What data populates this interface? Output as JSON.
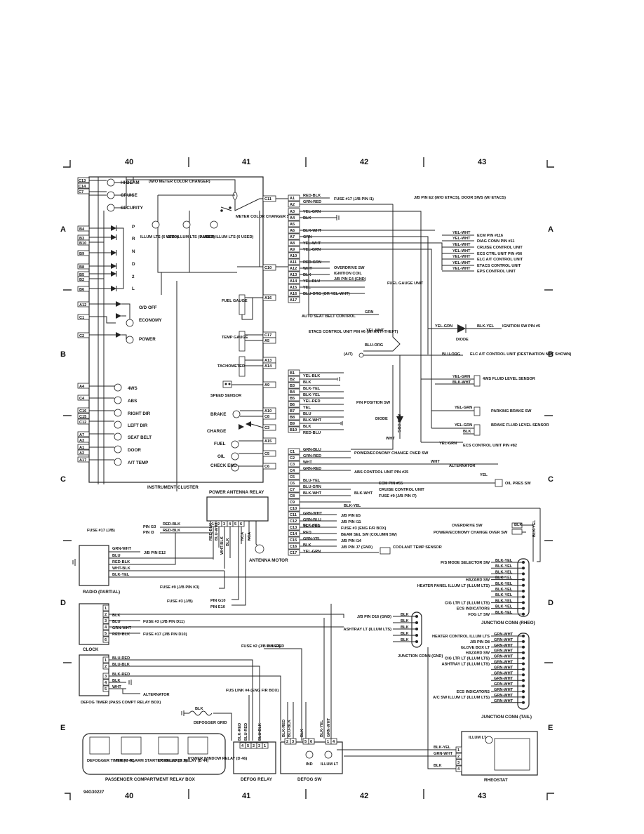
{
  "page": {
    "grid_top": [
      "40",
      "41",
      "42",
      "43"
    ],
    "grid_bottom": [
      "40",
      "41",
      "42",
      "43"
    ],
    "rows": [
      "A",
      "B",
      "C",
      "D",
      "E"
    ],
    "figure_id": "94G30227"
  },
  "cluster": {
    "title": "INSTRUMENT CLUSTER",
    "pins_top": [
      "C13",
      "C14",
      "C7"
    ],
    "left_pins": [
      {
        "pin": "B4",
        "label": "P"
      },
      {
        "pin": "B3",
        "label": "R"
      },
      {
        "pin": "B10",
        "label": ""
      },
      {
        "pin": "B9",
        "label": "N"
      },
      {
        "pin": "B8",
        "label": "D"
      },
      {
        "pin": "B5",
        "label": "2"
      },
      {
        "pin": "B2",
        "label": ""
      },
      {
        "pin": "B6",
        "label": "L"
      }
    ],
    "hi_beam": "HI BEAM",
    "cruise": "CRUISE",
    "security": "SECURITY",
    "illum": "ILLUM LTS (6 USED)",
    "grn_illum": "GRN ILLUM LTS (5 USED)",
    "amber_illum": "AMBER ILLUM LTS (6 USED)",
    "meter_note": "(W/O METER COLOR CHANGER)",
    "changer_sw": "METER COLOR CHANGER SW",
    "c11": "C11",
    "c10": "C10",
    "od_off": {
      "pin": "A12",
      "label": "O/D OFF"
    },
    "economy": {
      "pin": "C1",
      "label": "ECONOMY"
    },
    "power": {
      "pin": "C2",
      "label": "POWER"
    },
    "fuel_gauge": {
      "label": "FUEL GAUGE",
      "pin": "A16"
    },
    "temp_gauge": {
      "label": "TEMP GAUGE",
      "pins": [
        "C17",
        "A5"
      ]
    },
    "tach": {
      "label": "TACHOMETER",
      "pins": [
        "A13",
        "A14"
      ]
    },
    "speed_sensor": {
      "label": "SPEED SENSOR",
      "pin": "A9"
    },
    "lower_left": [
      {
        "pin": "A4",
        "label": "4WS"
      },
      {
        "pin": "C4",
        "label": "ABS"
      },
      {
        "pin": "C16",
        "label": "RIGHT DIR"
      },
      {
        "pin": "C15",
        "label": ""
      },
      {
        "pin": "C12",
        "label": "LEFT DIR"
      },
      {
        "pin": "A7",
        "label": "SEAT BELT"
      },
      {
        "pin": "A3",
        "label": ""
      },
      {
        "pin": "A1",
        "label": "DOOR"
      },
      {
        "pin": "A2",
        "label": ""
      },
      {
        "pin": "A17",
        "label": "A/T TEMP"
      }
    ],
    "right_lower": [
      {
        "label": "BRAKE",
        "pins": [
          "A10",
          "C8"
        ]
      },
      {
        "label": "CHARGE",
        "pins": [
          "C3"
        ]
      },
      {
        "label": "FUEL",
        "pins": [
          "A15"
        ]
      },
      {
        "label": "OIL",
        "pins": [
          "C5"
        ]
      },
      {
        "label": "CHECK ENG",
        "pins": [
          "C6"
        ]
      }
    ]
  },
  "connector_a": {
    "pins": [
      {
        "pin": "A1",
        "wire": "RED-BLK",
        "dest": "FUSE #17 (J/B PIN I1)"
      },
      {
        "pin": "A2",
        "wire": "GRN-RED",
        "dest": "J/B PIN E2 (W/O ETACS), DOOR SWS (W/ ETACS)"
      },
      {
        "pin": "A3",
        "wire": "YEL-GRN",
        "dest": ""
      },
      {
        "pin": "A4",
        "wire": "BLK",
        "dest": ""
      },
      {
        "pin": "A5",
        "wire": "",
        "dest": ""
      },
      {
        "pin": "A6",
        "wire": "BLK-WHT",
        "dest": ""
      },
      {
        "pin": "A7",
        "wire": "GRN",
        "dest": ""
      },
      {
        "pin": "A8",
        "wire": "YEL-WHT",
        "dest": ""
      },
      {
        "pin": "A9",
        "wire": "YEL-GRN",
        "dest": ""
      },
      {
        "pin": "A10",
        "wire": "",
        "dest": ""
      },
      {
        "pin": "A11",
        "wire": "RED-GRN",
        "dest": "OVERDRIVE SW"
      },
      {
        "pin": "A12",
        "wire": "WHT",
        "dest": "IGNITION COIL"
      },
      {
        "pin": "A13",
        "wire": "BLK",
        "dest": "J/B PIN E4 (GND)"
      },
      {
        "pin": "A14",
        "wire": "YEL-BLU",
        "dest": ""
      },
      {
        "pin": "A15",
        "wire": "YEL",
        "dest": "FUEL GAUGE UNIT"
      },
      {
        "pin": "A16",
        "wire": "BLU-ORG (OR YEL-WHT)",
        "dest": ""
      },
      {
        "pin": "A17",
        "wire": "",
        "dest": ""
      }
    ],
    "seat_belt": "AUTO SEAT BELT CONTROL",
    "seat_wire": "GRN"
  },
  "yel_wht_dest": [
    {
      "wire": "YEL-WHT",
      "dest": "ECM PIN #116"
    },
    {
      "wire": "YEL-WHT",
      "dest": "DIAG CONN PIN #11"
    },
    {
      "wire": "YEL-WHT",
      "dest": "CRUISE CONTROL UNIT"
    },
    {
      "wire": "YEL-WHT",
      "dest": "ECS CTRL UNIT PIN #56"
    },
    {
      "wire": "YEL-WHT",
      "dest": "ELC A/T CONTROL UNIT"
    },
    {
      "wire": "YEL-WHT",
      "dest": "ETACS CONTROL UNIT"
    },
    {
      "wire": "YEL-WHT",
      "dest": "EPS CONTROL UNIT"
    }
  ],
  "ign": {
    "wire1": "YEL-GRN",
    "wire2": "BLK-YEL",
    "dest": "IGNITION SW PIN #5",
    "diode": "DIODE"
  },
  "etacs": {
    "label": "ETACS CONTROL UNIT PIN #6 (W/ ANTI-THEFT)",
    "wire": "YEL-WHT",
    "wire2": "BLU-ORG",
    "at": "(A/T)"
  },
  "elc": {
    "wire": "BLU-ORG",
    "label": "ELC A/T CONTROL UNIT (DESTINATION NOT SHOWN)"
  },
  "fluid_4ws": {
    "w1": "YEL-GRN",
    "w2": "BLK-WHT",
    "label": "4WS FLUID LEVEL SENSOR"
  },
  "parking": {
    "w": "YEL-GRN",
    "label": "PARKING BRAKE SW"
  },
  "brake_fluid": {
    "w1": "YEL-GRN",
    "w2": "BLK",
    "label": "BRAKE FLUID LEVEL SENSOR"
  },
  "ecs82": {
    "w": "YEL-GRN",
    "label": "ECS CONTROL UNIT PIN #82"
  },
  "connector_b": {
    "pins": [
      {
        "pin": "B1",
        "wire": "YEL-BLK"
      },
      {
        "pin": "B2",
        "wire": "BLK"
      },
      {
        "pin": "B3",
        "wire": "BLK-YEL"
      },
      {
        "pin": "B4",
        "wire": "BLK-YEL"
      },
      {
        "pin": "B5",
        "wire": "YEL-RED"
      },
      {
        "pin": "B6",
        "wire": "YEL"
      },
      {
        "pin": "B7",
        "wire": "BLU"
      },
      {
        "pin": "B8",
        "wire": "BLK-WHT"
      },
      {
        "pin": "B9",
        "wire": "BLK"
      },
      {
        "pin": "B10",
        "wire": "RED-BLU"
      }
    ],
    "pn": "P/N POSITION SW",
    "blu_org": "BLU-ORG",
    "diode": "DIODE",
    "wht": "WHT"
  },
  "connector_c": {
    "pins": [
      {
        "pin": "C1",
        "wire": "GRN-BLU",
        "dest": "POWER/ECONOMY CHANGE OVER SW"
      },
      {
        "pin": "C2",
        "wire": "GRN-RED",
        "dest": ""
      },
      {
        "pin": "C3",
        "wire": "WHT",
        "dest": "ALTERNATOR"
      },
      {
        "pin": "C4",
        "wire": "GRN-RED",
        "dest": "ABS CONTROL UNIT PIN #25"
      },
      {
        "pin": "C5",
        "wire": "BLU-YEL",
        "dest": ""
      },
      {
        "pin": "C6",
        "wire": "BLU-GRN",
        "dest": "ECM PIN #55"
      },
      {
        "pin": "C7",
        "wire": "BLK-WHT",
        "dest": "CRUISE CONTROL UNIT"
      },
      {
        "pin": "C8",
        "wire": "",
        "dest": "FUSE #9 (J/B PIN I7)"
      },
      {
        "pin": "C9",
        "wire": "",
        "dest": ""
      },
      {
        "pin": "C10",
        "wire": "BLK-YEL",
        "dest": ""
      },
      {
        "pin": "C11",
        "wire": "GRN-WHT",
        "dest": "J/B PIN E5"
      },
      {
        "pin": "C12",
        "wire": "GRN-BLU",
        "dest": "J/B PIN I11"
      },
      {
        "pin": "C13",
        "wire": "YEL-RED",
        "dest": "FUSE #3 (ENG F/R BOX)"
      },
      {
        "pin": "C14",
        "wire": "RED",
        "dest": "BEAM SEL SW (COLUMN SW)"
      },
      {
        "pin": "C15",
        "wire": "GRN-YEL",
        "dest": "J/B PIN I14"
      },
      {
        "pin": "C16",
        "wire": "BLK",
        "dest": "J/B PIN J7 (GND)"
      },
      {
        "pin": "C17",
        "wire": "YEL-GRN",
        "dest": ""
      }
    ],
    "wht_alt": "WHT",
    "yel": "YEL",
    "oil": "OIL PRES SW",
    "blk_wht": "BLK-WHT",
    "blk_yel": "BLK-YEL",
    "coolant": "COOLANT TEMP SENSOR",
    "od_sw": "OVERDRIVE SW",
    "pe_sw": "POWER/ECONOMY CHANGE OVER SW",
    "blk": "BLK",
    "blk_yel_v": "BLK-YEL"
  },
  "antenna": {
    "relay": "POWER ANTENNA RELAY",
    "motor": "ANTENNA MOTOR",
    "pins": [
      "1",
      "2",
      "3",
      "4",
      "5",
      "6"
    ],
    "fuse17": "FUSE #17 (J/B)",
    "pin_g3": "PIN G3",
    "pin_i3": "PIN I3",
    "w_red_blk": "RED-BLK",
    "w_red_blk2": "RED-BLK",
    "vwires": [
      "RED-BLK",
      "BLU-WHT",
      "WHT-BLK",
      "BLK",
      "NCA",
      "NCA"
    ]
  },
  "radio": {
    "label": "RADIO (PARTIAL)",
    "wires": [
      "GRN-WHT",
      "BLU",
      "RED-BLK",
      "WHT-BLK",
      "BLK-YEL"
    ],
    "je12": "J/B PIN E12",
    "fuse9": "FUSE #9 (J/B PIN K3)",
    "fuse3": "FUSE #3 (J/B)",
    "pin_g10": "PIN G10",
    "pin_e10": "PIN E10"
  },
  "clock": {
    "label": "CLOCK",
    "pins": [
      "1",
      "2",
      "3",
      "4",
      "5",
      "6"
    ],
    "wires": [
      "BLK",
      "BLU",
      "GRN-WHT",
      "RED-BLK"
    ],
    "fuse3": "FUSE #3 (J/B PIN D11)",
    "fuse17": "FUSE #17 (J/B PIN D10)"
  },
  "defog_timer": {
    "label": "DEFOG TIMER (PASS COMPT RELAY BOX)",
    "wires": [
      "BLU-RED",
      "BLU-BLK",
      "BLK-RED",
      "BLK",
      "WHT"
    ],
    "pins": [
      "1",
      "2",
      "3",
      "4",
      "5"
    ],
    "alt": "ALTERNATOR"
  },
  "defog": {
    "fuse2": "FUSE #2 (J/B PIN E3)",
    "fuse2_wire": "BLU-RED",
    "fus_link": "FUS LINK #4 (ENG F/R BOX)",
    "grid": "DEFOGGER GRID",
    "grid_wire": "BLK",
    "relay": "DEFOG RELAY",
    "relay_pins": [
      "4",
      "5",
      "2",
      "3",
      "1"
    ],
    "relay_wires": [
      "BLK-RED",
      "BLU-RED",
      "BLU-BLK"
    ],
    "sw": "DEFOG SW",
    "sw_pins": [
      "2",
      "3",
      "5",
      "6",
      "1",
      "4"
    ],
    "sw_wires": [
      "BLK-RED",
      "BLU-BLK",
      "BLK",
      "BLK-YEL",
      "GRN-WHT"
    ],
    "ind": "IND",
    "illum": "ILLUM LT"
  },
  "relay_box": {
    "label": "PASSENGER COMPARTMENT RELAY BOX",
    "items": [
      "DEFOGGER TIMER (E 46)",
      "THEFT-ALARM STARTER RELAY (D 2)",
      "DOOR LOCK RELAY (B 44)",
      "POWER WINDOW RELAY (D 46)"
    ]
  },
  "jc_rheo": {
    "label": "JUNCTION CONN (RHEO)",
    "rows": [
      {
        "dest": "P/S MODE SELECTOR SW",
        "wire": "BLK-YEL"
      },
      {
        "dest": "",
        "wire": "BLK-YEL"
      },
      {
        "dest": "",
        "wire": "BLK-YEL"
      },
      {
        "dest": "HAZARD SW",
        "wire": "BLK-YEL"
      },
      {
        "dest": "HEATER PANEL ILLUM LT (ILLUM LTS)",
        "wire": "BLK-YEL"
      },
      {
        "dest": "",
        "wire": "BLK-YEL"
      },
      {
        "dest": "",
        "wire": "BLK-YEL"
      },
      {
        "dest": "CIG LTR LT (ILLUM LTS)",
        "wire": "BLK-YEL"
      },
      {
        "dest": "ECS INDICATORS",
        "wire": "BLK-YEL"
      },
      {
        "dest": "FOG LT SW",
        "wire": "BLK-YEL"
      }
    ]
  },
  "jc_gnd": {
    "label": "JUNCTION CONN (GND)",
    "rows": [
      {
        "dest": "J/B PIN D16 (GND)",
        "wire": "BLK"
      },
      {
        "dest": "",
        "wire": "BLK"
      },
      {
        "dest": "ASHTRAY LT (ILLUM LTS)",
        "wire": "BLK"
      },
      {
        "dest": "",
        "wire": "BLK"
      },
      {
        "dest": "",
        "wire": "BLK"
      }
    ]
  },
  "jc_tail": {
    "label": "JUNCTION CONN (TAIL)",
    "rows": [
      {
        "dest": "HEATER CONTROL ILLUM LTS",
        "wire": "GRN-WHT"
      },
      {
        "dest": "J/B PIN D8",
        "wire": "GRN-WHT"
      },
      {
        "dest": "GLOVE BOX LT",
        "wire": "GRN-WHT"
      },
      {
        "dest": "HAZARD SW",
        "wire": "GRN-WHT"
      },
      {
        "dest": "CIG LTR LT (ILLUM LTS)",
        "wire": "GRN-WHT"
      },
      {
        "dest": "ASHTRAY LT (ILLUM LTS)",
        "wire": "GRN-WHT"
      },
      {
        "dest": "",
        "wire": "GRN-WHT"
      },
      {
        "dest": "",
        "wire": "GRN-WHT"
      },
      {
        "dest": "",
        "wire": "GRN-WHT"
      },
      {
        "dest": "",
        "wire": "GRN-WHT"
      },
      {
        "dest": "ECS INDICATORS",
        "wire": "GRN-WHT"
      },
      {
        "dest": "A/C SW ILLUM LT (ILLUM LTS)",
        "wire": "GRN-WHT"
      },
      {
        "dest": "",
        "wire": "GRN-WHT"
      }
    ]
  },
  "rheostat": {
    "label": "RHEOSTAT",
    "illum": "ILLUM LT",
    "pins": [
      "1",
      "2",
      "3",
      "4"
    ],
    "wires": [
      "BLK-YEL",
      "GRN-WHT",
      "BLK"
    ]
  }
}
